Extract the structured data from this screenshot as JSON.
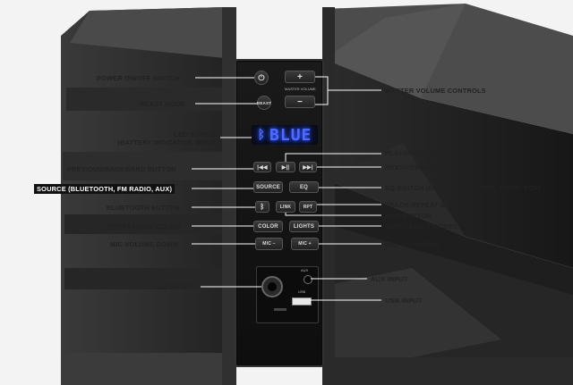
{
  "display": {
    "text": "BLUE"
  },
  "buttons": {
    "power_symbol": "⏻",
    "volume_up": "+",
    "volume_down": "−",
    "master_volume_caption": "MASTER VOLUME",
    "beast": "BEAST",
    "prev": "|◀◀",
    "play_pause": "▶||",
    "next": "▶▶|",
    "source": "SOURCE",
    "eq": "EQ",
    "bluetooth": "ᛒ",
    "link": "LINK",
    "repeat": "RPT",
    "color": "COLOR",
    "lights": "LIGHTS",
    "mic_vol_down": "MIC −",
    "mic_vol_up": "MIC +"
  },
  "ports": {
    "aux_caption": "AUX",
    "usb_caption": "USB"
  },
  "labels": {
    "power": "POWER ON/OFF SWITCH",
    "beast": "BEAST MODE",
    "led1": "LED SCREEN",
    "led2": "(BATTERY INDICATOR, MODE)",
    "prev": "PREVIOUS/BACKWARD BUTTON",
    "source": "SOURCE (BLUETOOTH, FM RADIO, AUX)",
    "bluetooth": "BLUETOOTH BUTTON",
    "party_color": "PARTY LIGHT COLOR",
    "mic_down": "MIC VOLUME DOWN",
    "mic_input": "MIC INPUT",
    "master_volume": "MASTER VOLUME CONTROLS",
    "play_pause": "PLAY/PAUSE BUTTON",
    "next": "NEXT/FORWARD BUTTON",
    "eq": "EQ SWITCH (NORM, CLUB, VOCL, ROCK, POP)",
    "repeat": "TRACK REPEAT BUTTON",
    "link": "LINK BUTTON",
    "party_modes": "PARTY LIGHT MODES",
    "mic_up": "MIC VOLUME UP",
    "aux_input": "AUX INPUT",
    "usb_input": "USB INPUT"
  }
}
